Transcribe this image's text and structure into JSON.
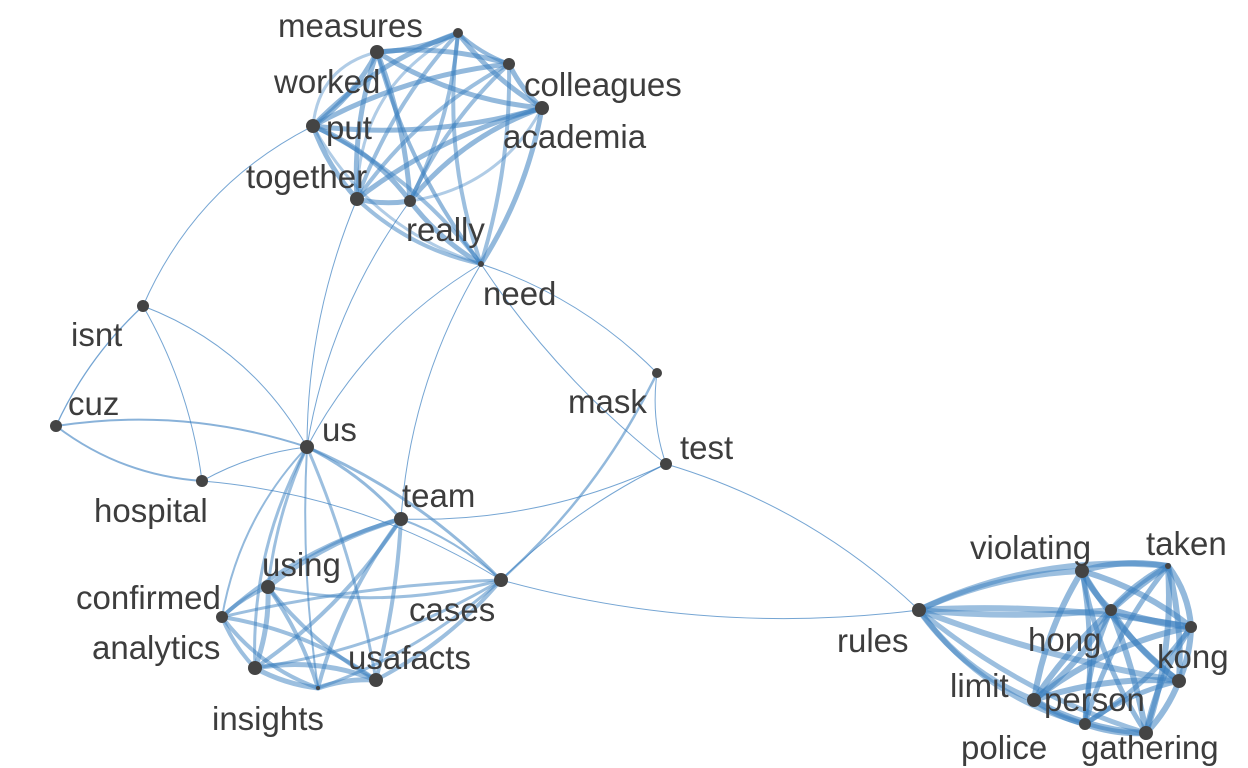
{
  "graph": {
    "nodes": [
      {
        "id": "measures",
        "label": "measures"
      },
      {
        "id": "n_top",
        "label": ""
      },
      {
        "id": "n_right",
        "label": ""
      },
      {
        "id": "colleagues",
        "label": "colleagues"
      },
      {
        "id": "worked",
        "label": "worked"
      },
      {
        "id": "put",
        "label": "put"
      },
      {
        "id": "academia",
        "label": "academia"
      },
      {
        "id": "together",
        "label": "together"
      },
      {
        "id": "really",
        "label": "really"
      },
      {
        "id": "need",
        "label": "need"
      },
      {
        "id": "isnt",
        "label": "isnt"
      },
      {
        "id": "cuz",
        "label": "cuz"
      },
      {
        "id": "us",
        "label": "us"
      },
      {
        "id": "hospital",
        "label": "hospital"
      },
      {
        "id": "mask",
        "label": "mask"
      },
      {
        "id": "test",
        "label": "test"
      },
      {
        "id": "team",
        "label": "team"
      },
      {
        "id": "using",
        "label": "using"
      },
      {
        "id": "confirmed",
        "label": "confirmed"
      },
      {
        "id": "cases",
        "label": "cases"
      },
      {
        "id": "analytics",
        "label": "analytics"
      },
      {
        "id": "usafacts",
        "label": "usafacts"
      },
      {
        "id": "insights",
        "label": "insights"
      },
      {
        "id": "rules",
        "label": "rules"
      },
      {
        "id": "violating",
        "label": "violating"
      },
      {
        "id": "taken",
        "label": "taken"
      },
      {
        "id": "hong",
        "label": "hong"
      },
      {
        "id": "kong",
        "label": "kong"
      },
      {
        "id": "limit",
        "label": "limit"
      },
      {
        "id": "person",
        "label": "person"
      },
      {
        "id": "police",
        "label": "police"
      },
      {
        "id": "gathering",
        "label": "gathering"
      }
    ],
    "edge_color": "#3a7fc0",
    "node_color": "#444444",
    "label_color": "#3d3d3d"
  }
}
